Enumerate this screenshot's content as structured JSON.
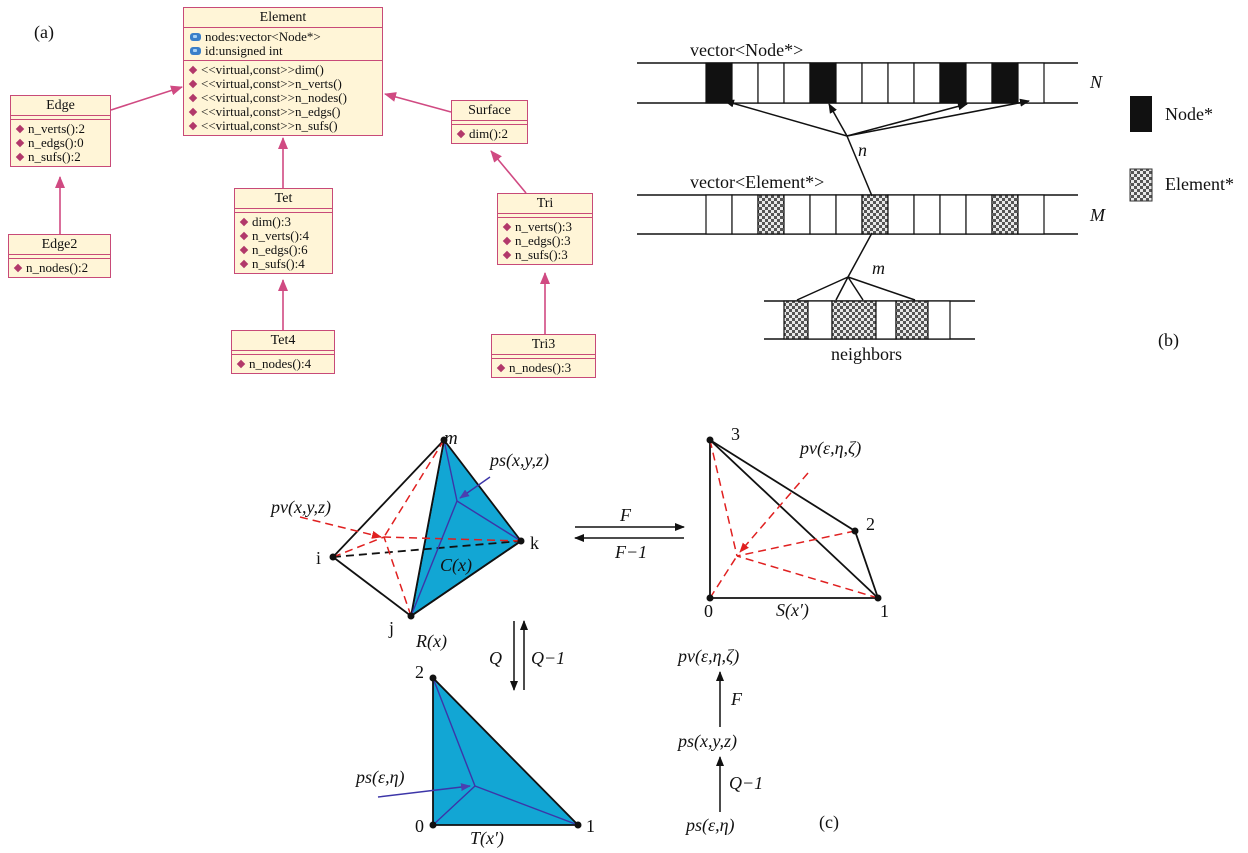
{
  "panel_labels": {
    "a": "(a)",
    "b": "(b)",
    "c": "(c)"
  },
  "uml": {
    "element": {
      "title": "Element",
      "attributes": [
        "nodes:vector<Node*>",
        "id:unsigned int"
      ],
      "methods": [
        "<<virtual,const>>dim()",
        "<<virtual,const>>n_verts()",
        "<<virtual,const>>n_nodes()",
        "<<virtual,const>>n_edgs()",
        "<<virtual,const>>n_sufs()"
      ]
    },
    "edge": {
      "title": "Edge",
      "methods": [
        "n_verts():2",
        "n_edgs():0",
        "n_sufs():2"
      ]
    },
    "edge2": {
      "title": "Edge2",
      "methods": [
        "n_nodes():2"
      ]
    },
    "surface": {
      "title": "Surface",
      "methods": [
        "dim():2"
      ]
    },
    "tet": {
      "title": "Tet",
      "methods": [
        "dim():3",
        "n_verts():4",
        "n_edgs():6",
        "n_sufs():4"
      ]
    },
    "tet4": {
      "title": "Tet4",
      "methods": [
        "n_nodes():4"
      ]
    },
    "tri": {
      "title": "Tri",
      "methods": [
        "n_verts():3",
        "n_edgs():3",
        "n_sufs():3"
      ]
    },
    "tri3": {
      "title": "Tri3",
      "methods": [
        "n_nodes():3"
      ]
    }
  },
  "memory": {
    "node_vector_label": "vector<Node*>",
    "element_vector_label": "vector<Element*>",
    "row_N": "N",
    "row_M": "M",
    "arrow_n": "n",
    "arrow_m": "m",
    "neighbors_label": "neighbors",
    "legend": [
      {
        "label": "Node*",
        "fill": "#111111"
      },
      {
        "label": "Element*",
        "fill": "checker"
      }
    ]
  },
  "mapping": {
    "tet_vertices": {
      "m": "m",
      "i": "i",
      "j": "j",
      "k": "k"
    },
    "R_label": "R(x)",
    "C_label": "C(x)",
    "ps_xyz": "ps(x,y,z)",
    "pv_xyz": "pv(x,y,z)",
    "F": "F",
    "F_inv": "F−1",
    "Q": "Q",
    "Q_inv": "Q−1",
    "S_label": "S(x′)",
    "S_vertices": [
      "0",
      "1",
      "2",
      "3"
    ],
    "pv_eps": "pv(ε,η,ζ)",
    "T_label": "T(x′)",
    "T_vertices": [
      "0",
      "1",
      "2"
    ],
    "ps_eps": "ps(ε,η)",
    "chain": [
      "pv(ε,η,ζ)",
      "F",
      "ps(x,y,z)",
      "Q−1",
      "ps(ε,η)"
    ],
    "fill_color": "#12a6d4",
    "dash_color": "#e02020",
    "uml_border": "#c84a78",
    "uml_fill": "#fff5d7"
  }
}
